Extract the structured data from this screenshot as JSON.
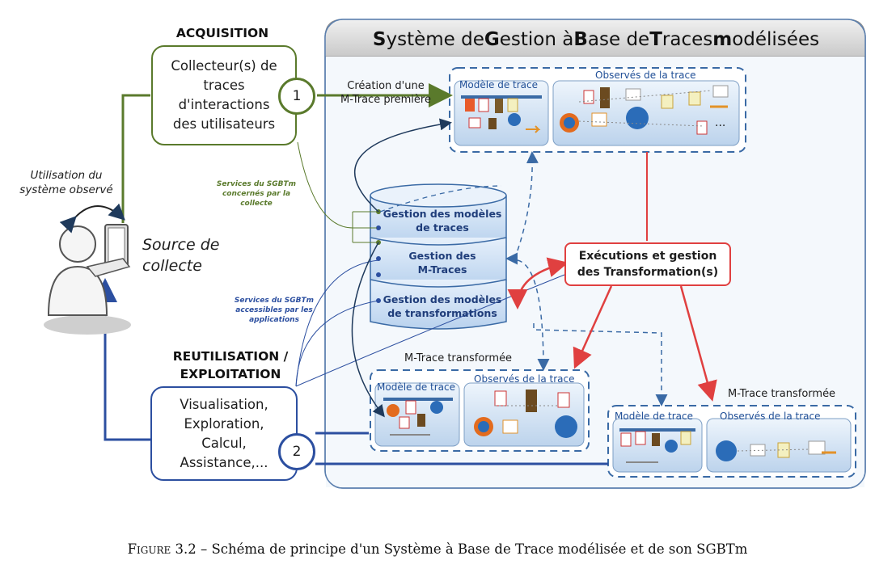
{
  "system": {
    "title_parts": [
      {
        "t": "S",
        "b": true
      },
      {
        "t": "ystème de ",
        "b": false
      },
      {
        "t": "G",
        "b": true
      },
      {
        "t": "estion à ",
        "b": false
      },
      {
        "t": "B",
        "b": true
      },
      {
        "t": "ase de ",
        "b": false
      },
      {
        "t": "T",
        "b": true
      },
      {
        "t": "races ",
        "b": false
      },
      {
        "t": "m",
        "b": true
      },
      {
        "t": "odélisées",
        "b": false
      }
    ]
  },
  "acquisition": {
    "title": "ACQUISITION",
    "box_lines": [
      "Collecteur(s) de",
      "traces",
      "d'interactions",
      "des utilisateurs"
    ],
    "step": "1",
    "arrow_label_lines": [
      "Création d'une",
      "M-Trace première"
    ],
    "services_lines": [
      "Services du SGBTm",
      "concernés  par la",
      "collecte"
    ]
  },
  "user": {
    "usage_lines": [
      "Utilisation du",
      "système observé"
    ],
    "source_lines": [
      "Source de",
      "collecte"
    ]
  },
  "reuse": {
    "title_lines": [
      "REUTILISATION /",
      "EXPLOITATION"
    ],
    "box_lines": [
      "Visualisation,",
      "Exploration,",
      "Calcul,",
      "Assistance,..."
    ],
    "step": "2",
    "services_lines": [
      "Services du SGBTm",
      "accessibles par les",
      "applications"
    ]
  },
  "database": {
    "layers": [
      [
        "Gestion des modèles",
        "de traces"
      ],
      [
        "Gestion des",
        "M-Traces"
      ],
      [
        "Gestion des modèles",
        "de transformations"
      ]
    ]
  },
  "transformations": {
    "lines": [
      "Exécutions et gestion",
      "des Transformation(s)"
    ]
  },
  "panels": {
    "model_title": "Modèle de trace",
    "observed_title": "Observés de la trace",
    "ellipsis": "...",
    "transformed_label": "M-Trace transformée"
  },
  "caption": {
    "prefix": "Figure 3.2",
    "text": " – Schéma de principe d'un Système à Base de Trace modélisée et de son SGBTm"
  },
  "colors": {
    "acquisition": "#5a7a2c",
    "reuse": "#2c4fa0",
    "transform": "#e04040",
    "panel_fill": "#dce9f5",
    "panel_border": "#3a6aa5"
  }
}
